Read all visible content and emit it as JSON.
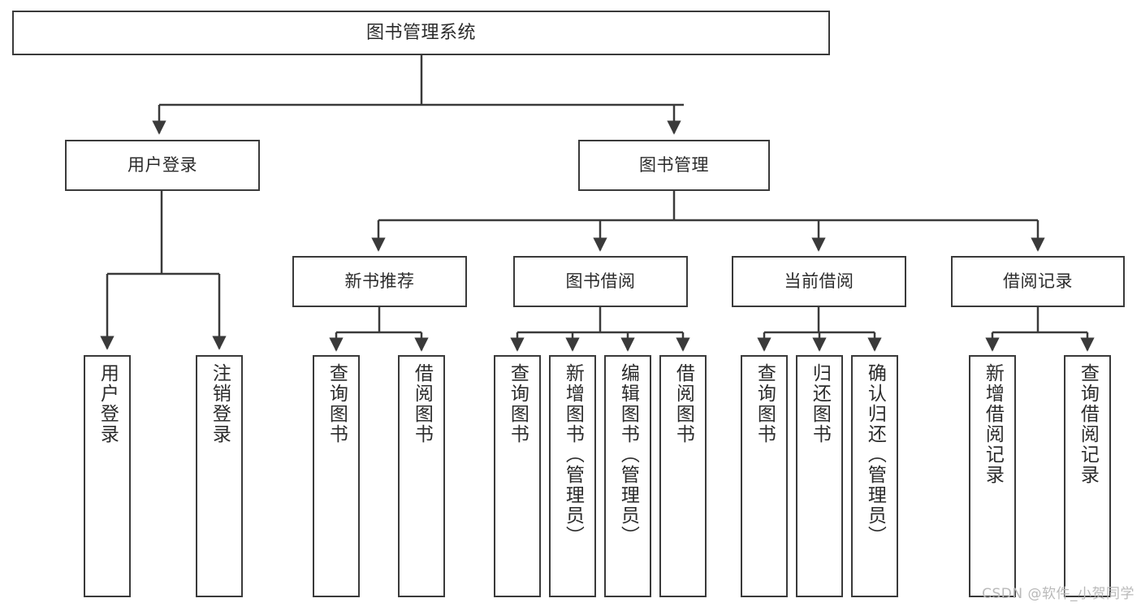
{
  "diagram": {
    "title": "图书管理系统",
    "type": "tree-hierarchy",
    "background_color": "#ffffff",
    "line_color": "#3a3a3a",
    "text_color": "#2b2b2b"
  },
  "root": {
    "label": "图书管理系统"
  },
  "level1": [
    {
      "label": "用户登录"
    },
    {
      "label": "图书管理"
    }
  ],
  "level2": [
    {
      "label": "新书推荐"
    },
    {
      "label": "图书借阅"
    },
    {
      "label": "当前借阅"
    },
    {
      "label": "借阅记录"
    }
  ],
  "leaves": {
    "user_login": [
      {
        "label": "用户登录"
      },
      {
        "label": "注销登录"
      }
    ],
    "new_book_recommend": [
      {
        "label": "查询图书"
      },
      {
        "label": "借阅图书"
      }
    ],
    "book_borrow": [
      {
        "label": "查询图书"
      },
      {
        "label": "新增图书（管理员）"
      },
      {
        "label": "编辑图书（管理员）"
      },
      {
        "label": "借阅图书"
      }
    ],
    "current_borrow": [
      {
        "label": "查询图书"
      },
      {
        "label": "归还图书"
      },
      {
        "label": "确认归还（管理员）"
      }
    ],
    "borrow_record": [
      {
        "label": "新增借阅记录"
      },
      {
        "label": "查询借阅记录"
      }
    ]
  },
  "watermark": {
    "text": "CSDN @软件_小贺同学"
  }
}
